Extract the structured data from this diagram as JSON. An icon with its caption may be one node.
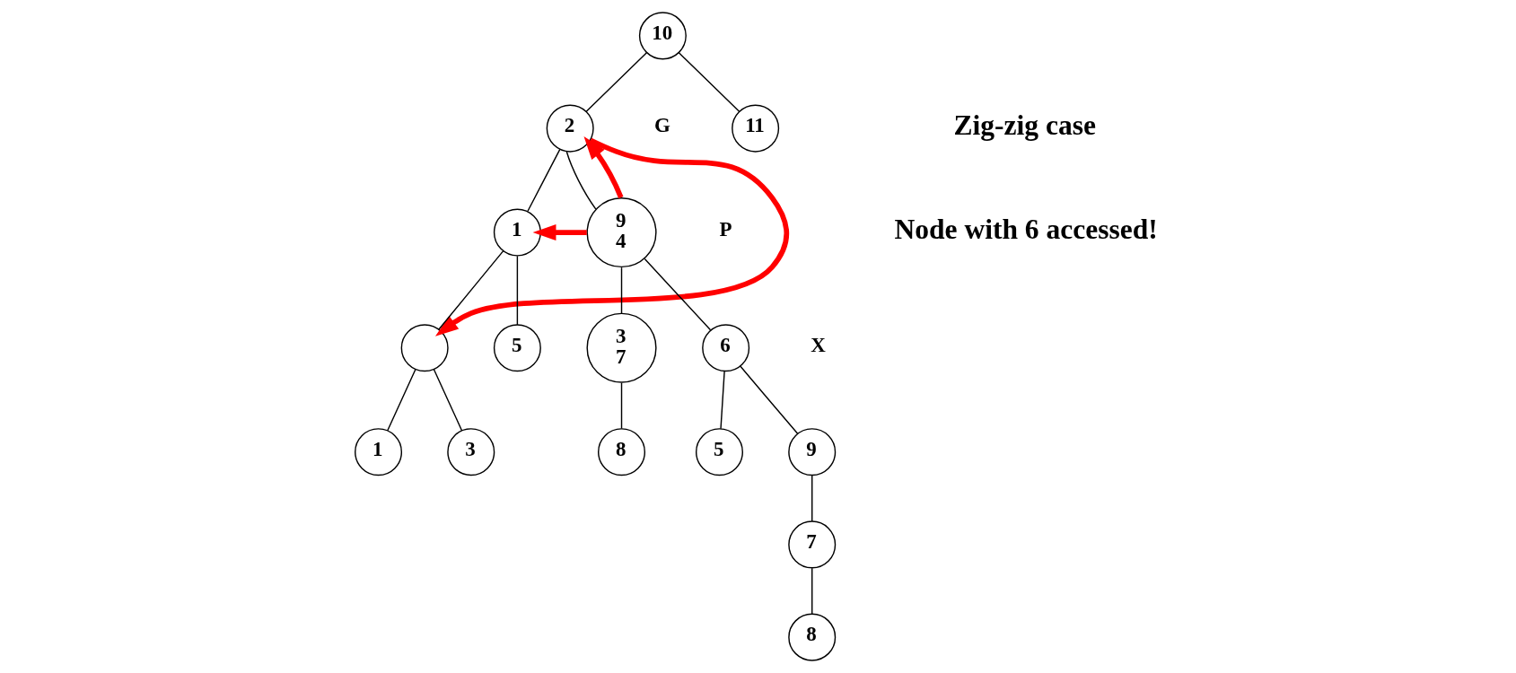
{
  "diagram": {
    "nodes": [
      {
        "text": [
          "10"
        ]
      },
      {
        "text": [
          "2"
        ],
        "beside": [
          "G"
        ]
      },
      {
        "text": [
          "11"
        ]
      },
      {
        "text": [
          "1"
        ]
      },
      {
        "text": [
          "9",
          "4"
        ],
        "beside": [
          "P"
        ]
      },
      {
        "text": [],
        "shape": "circle"
      },
      {
        "text": [
          "5"
        ]
      },
      {
        "text": [
          "3",
          "7"
        ]
      },
      {
        "text": [
          "6"
        ],
        "beside": [
          "X"
        ]
      },
      {
        "text": [
          "1"
        ]
      },
      {
        "text": [
          "3"
        ]
      },
      {
        "text": [
          "8"
        ]
      },
      {
        "text": [
          "5"
        ]
      },
      {
        "text": [
          "9"
        ]
      },
      {
        "text": [
          "7"
        ]
      },
      {
        "text": [
          "8"
        ]
      }
    ],
    "edges": [
      {
        "from": 0,
        "to": 1,
        "arrow": "none"
      },
      {
        "from": 0,
        "to": 2,
        "arrow": "none"
      },
      {
        "from": 1,
        "to": 3,
        "arrow": "none"
      },
      {
        "from": 1,
        "to": 4,
        "arrow": "none"
      },
      {
        "from": 3,
        "to": 5,
        "arrow": "none"
      },
      {
        "from": 3,
        "to": 6,
        "arrow": "none"
      },
      {
        "from": 4,
        "to": 7,
        "arrow": "none"
      },
      {
        "from": 4,
        "to": 8,
        "arrow": "none"
      },
      {
        "from": 5,
        "to": 9,
        "arrow": "none"
      },
      {
        "from": 5,
        "to": 10,
        "arrow": "none"
      },
      {
        "from": 7,
        "to": 11,
        "arrow": "none"
      },
      {
        "from": 8,
        "to": 12,
        "arrow": "none"
      },
      {
        "from": 8,
        "to": 13,
        "arrow": "none"
      },
      {
        "from": 13,
        "to": 14,
        "arrow": "none"
      },
      {
        "from": 14,
        "to": 15,
        "arrow": "none"
      },
      {
        "from": 4,
        "to": 3,
        "arrow": "to",
        "style": "thick",
        "color": "#ff0000"
      },
      {
        "from": 4,
        "to": 1,
        "arrow": "to",
        "style": "thick",
        "color": "#ff0000"
      },
      {
        "from": 1,
        "to": 5,
        "arrow": "to",
        "style": "thick",
        "color": "#ff0000"
      }
    ],
    "labels": [
      "Zig-zig case",
      "Node with 6 accessed!"
    ]
  }
}
